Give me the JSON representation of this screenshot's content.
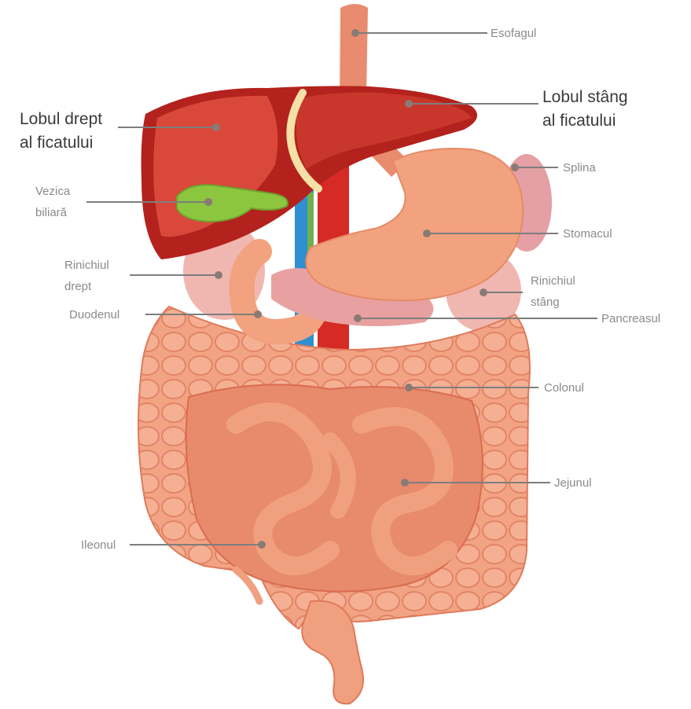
{
  "labels": {
    "esofagul": "Esofagul",
    "lobul_stang_1": "Lobul stâng",
    "lobul_stang_2": "al ficatului",
    "lobul_drept_1": "Lobul drept",
    "lobul_drept_2": "al ficatului",
    "splina": "Splina",
    "vezica_1": "Vezica",
    "vezica_2": "biliară",
    "stomacul": "Stomacul",
    "rinichiul_drept_1": "Rinichiul",
    "rinichiul_drept_2": "drept",
    "rinichiul_stang_1": "Rinichiul",
    "rinichiul_stang_2": "stâng",
    "duodenul": "Duodenul",
    "pancreasul": "Pancreasul",
    "colonul": "Colonul",
    "jejunul": "Jejunul",
    "ileonul": "Ileonul"
  },
  "colors": {
    "liver": "#b3221c",
    "liver_highlight": "#d9483a",
    "gallbladder": "#8cc63e",
    "stomach": "#f2a27e",
    "intestine": "#f2a384",
    "intestine_dark": "#e0795a",
    "esophagus": "#e98b6e",
    "aorta": "#d52a25",
    "vena_cava": "#2f8fd0",
    "kidney": "#f0b7b0",
    "spleen": "#e4a0a4",
    "label_text": "#8a8a8a",
    "leader_line": "#7d7d7d"
  }
}
